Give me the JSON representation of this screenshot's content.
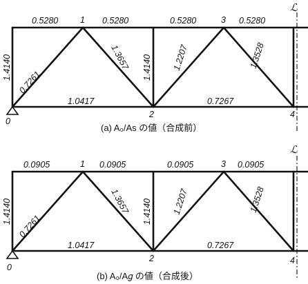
{
  "panels": [
    {
      "top_values": [
        "0.5280",
        "0.5280",
        "0.5280",
        "0.5280"
      ],
      "vertical_values": [
        "1.4140",
        "1.4140",
        "1.3528"
      ],
      "diagonal_values": [
        "0.7261",
        "1.3657",
        "1.2207"
      ],
      "bottom_values": [
        "1.0417",
        "0.7267"
      ],
      "node_labels": [
        "1",
        "3",
        "0",
        "2",
        "4"
      ],
      "caption": "(a) A₀/As の値（合成前）",
      "centerline_label": "ℒ"
    },
    {
      "top_values": [
        "0.0905",
        "0.0905",
        "0.0905",
        "0.0905"
      ],
      "vertical_values": [
        "1.4140",
        "1.4140",
        "1.3528"
      ],
      "diagonal_values": [
        "0.7261",
        "1.3657",
        "1.2207"
      ],
      "bottom_values": [
        "1.0417",
        "0.7267"
      ],
      "node_labels": [
        "1",
        "3",
        "0",
        "2",
        "4"
      ],
      "caption": "(b) A₀/A𝑔 の値（合成後）",
      "centerline_label": "ℒ"
    }
  ]
}
